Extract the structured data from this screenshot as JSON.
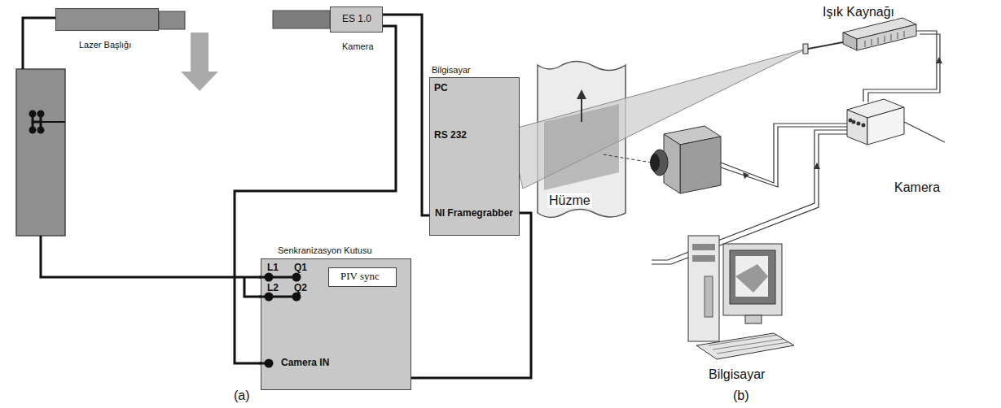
{
  "diagram": {
    "nodes": [
      {
        "text": [
          "Lazer Başlığı"
        ]
      },
      {
        "text": [
          "ES 1.0",
          "Kamera"
        ]
      },
      {
        "text": [
          "Bilgisayar",
          "PC",
          "RS 232",
          "NI Framegrabber"
        ]
      },
      {
        "text": [
          "Senkranizasyon Kutusu",
          "L1",
          "Q1",
          "L2",
          "Q2",
          "Camera IN"
        ]
      },
      {
        "text": [
          "PIV sync"
        ],
        "in": 3
      }
    ],
    "edges": [
      {
        "from": 1,
        "to": 2,
        "arrow": "none"
      },
      {
        "from": 1,
        "to": 3,
        "arrow": "none"
      },
      {
        "from": 2,
        "to": 3,
        "arrow": "none"
      }
    ],
    "labels": [
      "Işık Kaynağı",
      "Hüzme",
      "Kamera",
      "Bilgisayar",
      "(a)",
      "(b)"
    ]
  }
}
